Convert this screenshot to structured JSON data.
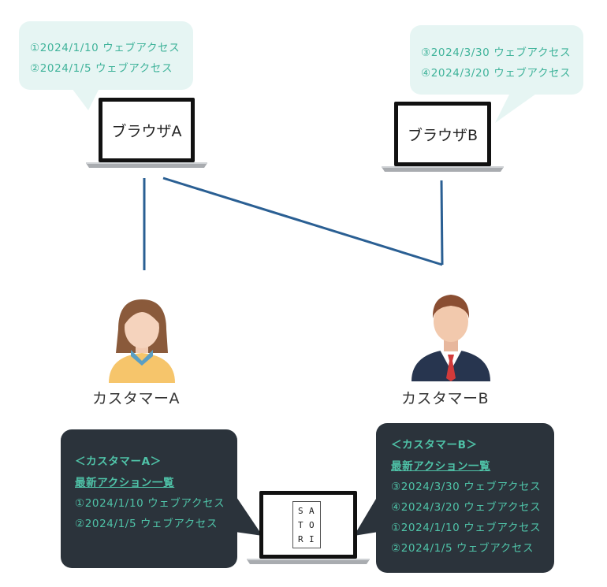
{
  "browser_a": {
    "label": "ブラウザA",
    "accesses": [
      "①2024/1/10 ウェブアクセス",
      "②2024/1/5 ウェブアクセス"
    ]
  },
  "browser_b": {
    "label": "ブラウザB",
    "accesses": [
      "③2024/3/30 ウェブアクセス",
      "④2024/3/20 ウェブアクセス"
    ]
  },
  "customer_a": {
    "label": "カスタマーA"
  },
  "customer_b": {
    "label": "カスタマーB"
  },
  "card_a": {
    "title": "＜カスタマーA＞",
    "subtitle": "最新アクション一覧",
    "rows": [
      "①2024/1/10 ウェブアクセス",
      "②2024/1/5 ウェブアクセス"
    ]
  },
  "card_b": {
    "title": "＜カスタマーB＞",
    "subtitle": "最新アクション一覧",
    "rows": [
      "③2024/3/30 ウェブアクセス",
      "④2024/3/20 ウェブアクセス",
      "①2024/1/10 ウェブアクセス",
      "②2024/1/5 ウェブアクセス"
    ]
  },
  "satori_logo": {
    "letters": [
      "S",
      "A",
      "T",
      "O",
      "R",
      "I"
    ]
  },
  "colors": {
    "connector": "#2a5f93",
    "bubble_light": "#e6f5f3",
    "bubble_text": "#3fb39a",
    "card_dark": "#2b333b",
    "card_text": "#4fc3a8"
  }
}
